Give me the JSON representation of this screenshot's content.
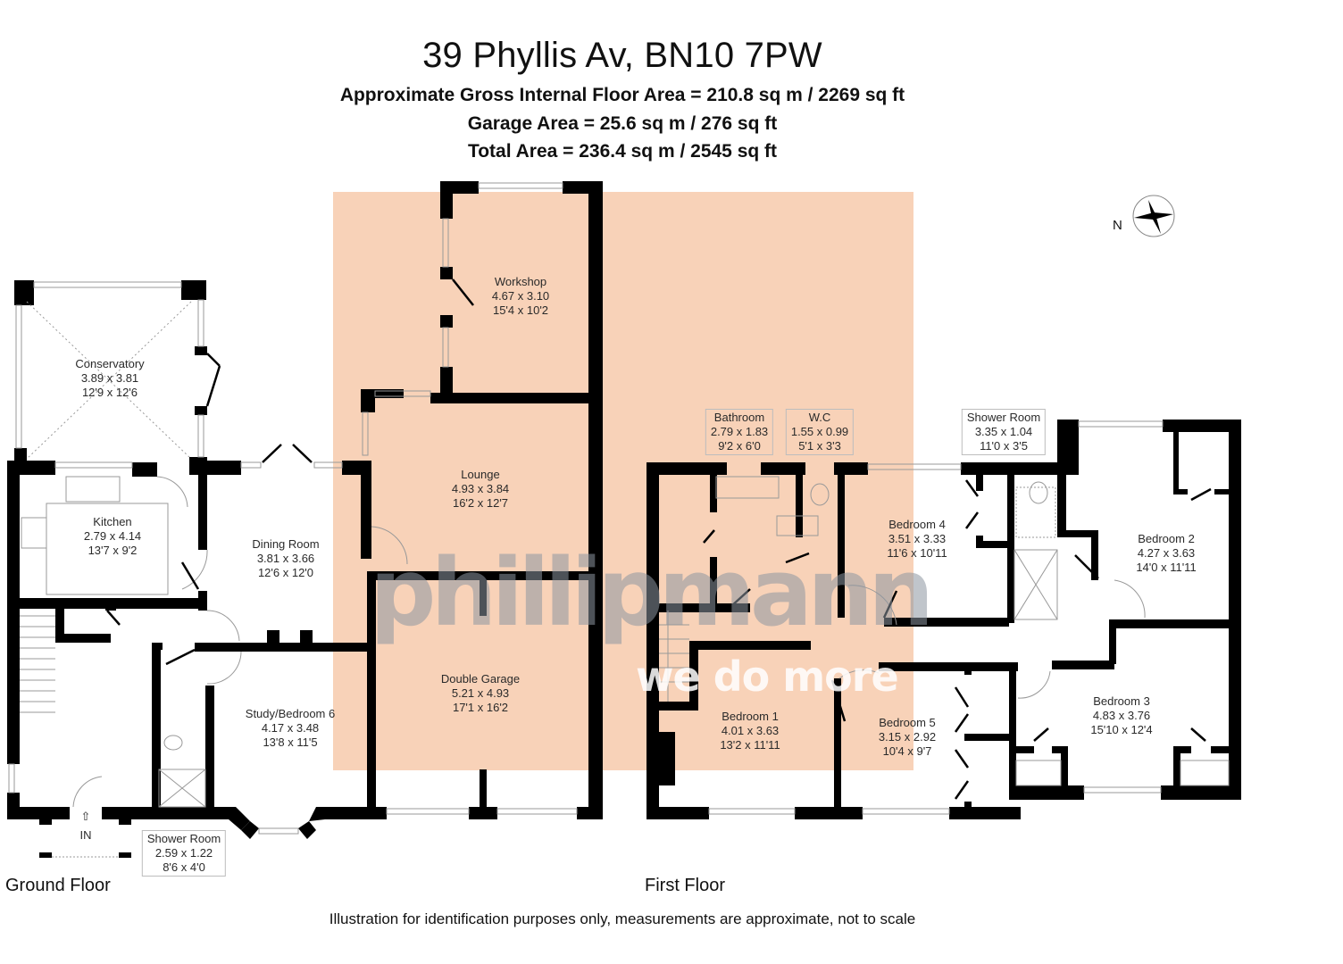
{
  "header": {
    "address": "39 Phyllis Av, BN10 7PW",
    "gross_internal_area": "Approximate Gross Internal Floor Area = 210.8 sq m / 2269 sq ft",
    "garage_area": "Garage Area = 25.6 sq m / 276 sq ft",
    "total_area": "Total Area = 236.4 sq m / 2545 sq ft"
  },
  "compass": {
    "label": "N",
    "icon": "compass-rose-icon"
  },
  "ground_floor": {
    "label": "Ground Floor",
    "entrance_label": "IN",
    "rooms": [
      {
        "name": "Conservatory",
        "metric": "3.89 x 3.81",
        "imperial": "12'9 x 12'6"
      },
      {
        "name": "Kitchen",
        "metric": "2.79 x 4.14",
        "imperial": "13'7 x 9'2"
      },
      {
        "name": "Dining Room",
        "metric": "3.81 x 3.66",
        "imperial": "12'6 x 12'0"
      },
      {
        "name": "Workshop",
        "metric": "4.67 x 3.10",
        "imperial": "15'4 x 10'2"
      },
      {
        "name": "Lounge",
        "metric": "4.93 x 3.84",
        "imperial": "16'2 x 12'7"
      },
      {
        "name": "Double Garage",
        "metric": "5.21 x 4.93",
        "imperial": "17'1 x 16'2"
      },
      {
        "name": "Study/Bedroom 6",
        "metric": "4.17 x 3.48",
        "imperial": "13'8 x 11'5"
      },
      {
        "name": "Shower Room",
        "metric": "2.59 x 1.22",
        "imperial": "8'6 x 4'0"
      }
    ]
  },
  "first_floor": {
    "label": "First Floor",
    "rooms": [
      {
        "name": "Bathroom",
        "metric": "2.79 x 1.83",
        "imperial": "9'2 x 6'0"
      },
      {
        "name": "W.C",
        "metric": "1.55 x 0.99",
        "imperial": "5'1 x 3'3"
      },
      {
        "name": "Shower Room",
        "metric": "3.35 x 1.04",
        "imperial": "11'0 x 3'5"
      },
      {
        "name": "Bedroom 4",
        "metric": "3.51 x 3.33",
        "imperial": "11'6 x 10'11"
      },
      {
        "name": "Bedroom 2",
        "metric": "4.27 x 3.63",
        "imperial": "14'0 x 11'11"
      },
      {
        "name": "Bedroom 1",
        "metric": "4.01 x 3.63",
        "imperial": "13'2 x 11'11"
      },
      {
        "name": "Bedroom 5",
        "metric": "3.15 x 2.92",
        "imperial": "10'4 x 9'7"
      },
      {
        "name": "Bedroom 3",
        "metric": "4.83 x 3.76",
        "imperial": "15'10 x 12'4"
      }
    ]
  },
  "watermark": {
    "brand": "phillipmann",
    "tagline": "we do more"
  },
  "highlight_color": "#f8d2b8",
  "wall_color": "#000000",
  "disclaimer": "Illustration for identification purposes only, measurements are approximate, not to scale"
}
